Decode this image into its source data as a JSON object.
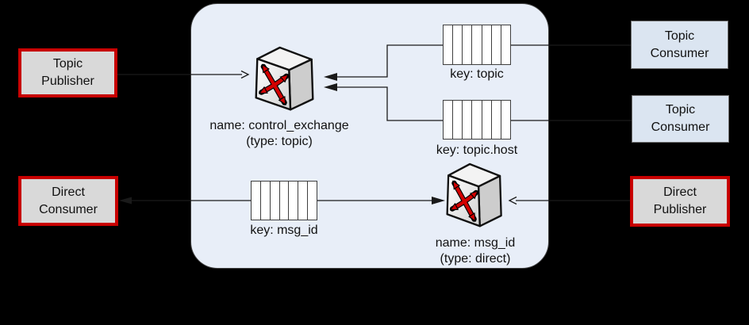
{
  "colors": {
    "background": "#000000",
    "container_fill": "#e8eef8",
    "consumer_box_fill": "#dbe5f1",
    "publisher_box_fill": "#d9d9d9",
    "highlight_border": "#c80000",
    "exchange_arrow_red": "#d40000",
    "line": "#1a1a1a"
  },
  "nodes": {
    "topic_publisher": {
      "line1": "Topic",
      "line2": "Publisher"
    },
    "direct_consumer": {
      "line1": "Direct",
      "line2": "Consumer"
    },
    "topic_consumer_1": {
      "line1": "Topic",
      "line2": "Consumer"
    },
    "topic_consumer_2": {
      "line1": "Topic",
      "line2": "Consumer"
    },
    "direct_publisher": {
      "line1": "Direct",
      "line2": "Publisher"
    }
  },
  "exchanges": {
    "control_exchange": {
      "name": "name: control_exchange",
      "type": "(type: topic)"
    },
    "msg_id_exchange": {
      "name": "name: msg_id",
      "type": "(type: direct)"
    }
  },
  "queues": {
    "topic": {
      "label": "key: topic",
      "cells": 7
    },
    "topic_host": {
      "label": "key: topic.host",
      "cells": 7
    },
    "msg_id": {
      "label": "key: msg_id",
      "cells": 7
    }
  }
}
